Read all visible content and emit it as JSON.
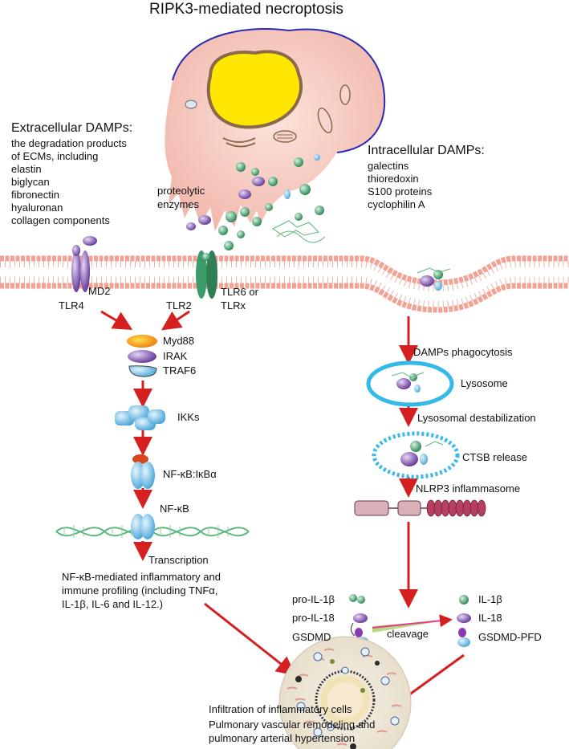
{
  "title": "RIPK3-mediated necroptosis",
  "extracellular": {
    "header": "Extracellular DAMPs:",
    "lines": [
      "the degradation products",
      "of ECMs, including",
      "elastin",
      "biglycan",
      "fibronectin",
      "hyaluronan",
      "collagen components"
    ]
  },
  "intracellular": {
    "header": "Intracellular DAMPs:",
    "lines": [
      "galectins",
      "thioredoxin",
      "S100 proteins",
      "cyclophilin A"
    ]
  },
  "proteolytic": [
    "proteolytic",
    "enzymes"
  ],
  "receptors": {
    "tlr4": "TLR4",
    "md2": "MD2",
    "tlr2": "TLR2",
    "tlr6": [
      "TLR6 or",
      "TLRx"
    ]
  },
  "left_pathway": {
    "myd88": "Myd88",
    "irak": "IRAK",
    "traf6": "TRAF6",
    "ikks": "IKKs",
    "nfkb_ikba": "NF-κB:IκBα",
    "nfkb": "NF-κB",
    "transcription": "Transcription",
    "outcome": [
      "NF-κB-mediated inflammatory and",
      "immune profiling (including TNFα,",
      "IL-1β, IL-6 and IL-12.)"
    ]
  },
  "right_pathway": {
    "phagocytosis": "DAMPs phagocytosis",
    "lysosome": "Lysosome",
    "destabilization": "Lysosomal destabilization",
    "ctsb": "CTSB release",
    "nlrp3": "NLRP3 inflammasome"
  },
  "cleavage": {
    "pre": [
      "pro-IL-1β",
      "pro-IL-18",
      "GSDMD"
    ],
    "label": "cleavage",
    "post": [
      "IL-1β",
      "IL-18",
      "GSDMD-PFD"
    ]
  },
  "outcome": {
    "line1": "Infiltration of inflammatory cells",
    "line2": [
      "Pulmonary vascular remodeling and",
      "pulmonary arterial hypertension"
    ]
  },
  "colors": {
    "arrow": "#d42020",
    "membrane": "#f2a193",
    "purple": "#8a5cb8",
    "green": "#3d9a6a",
    "blue": "#5ab3e0",
    "lysosome_ring": "#35b9e8",
    "nucleus": "#ffe600"
  }
}
